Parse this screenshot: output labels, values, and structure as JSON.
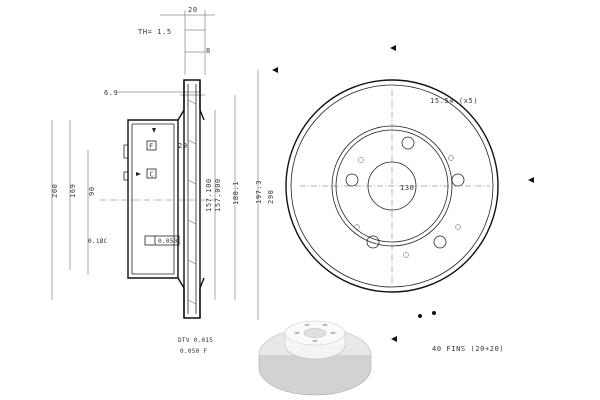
{
  "section_view": {
    "dims": {
      "d20": "20",
      "th": "TH= 1.5",
      "d8": "8",
      "d69": "6.9",
      "d29": "29",
      "d200": "200",
      "d169": "169",
      "d90": "90",
      "d157a": "157.100",
      "d157b": "157.000",
      "d1801": "180.1",
      "d1973": "197.3"
    },
    "datum_f": "F",
    "datum_c": "C",
    "tol_left": "0.1ØC",
    "tol_box": "0.050",
    "dtv": "DTV 0.015",
    "runout": "0.050 F"
  },
  "front_view": {
    "bolt_circle": "130",
    "hole_note": "15.54 (x5)",
    "outer_dia": "290",
    "fins_note": "40 FINS (20+20)"
  }
}
